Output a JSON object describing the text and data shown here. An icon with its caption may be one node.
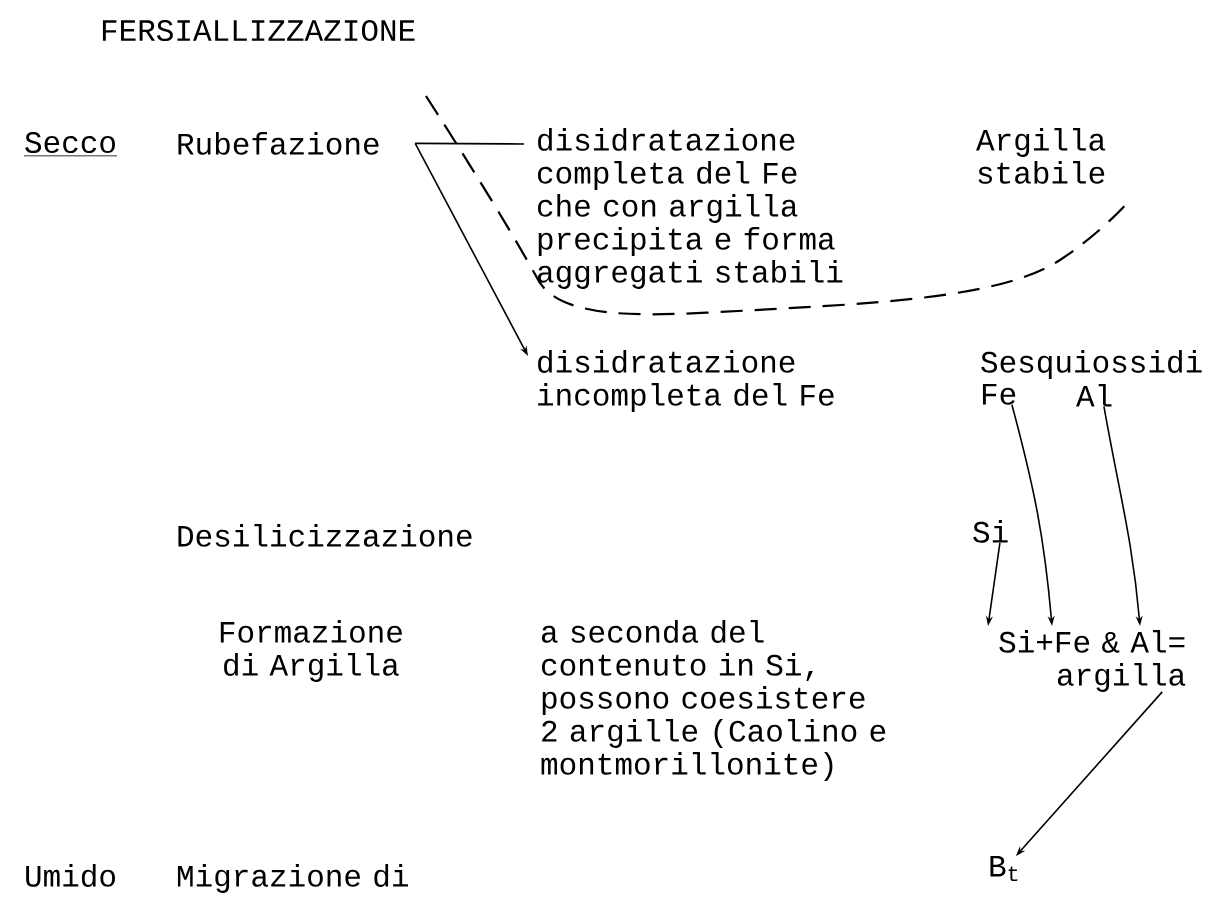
{
  "diagram": {
    "title": "FERSIALLIZZAZIONE",
    "nodes": [
      {
        "text": [
          "Rubefazione"
        ]
      },
      {
        "text": [
          "disidratazione completa del Fe che con argilla precipita e forma aggregati stabili"
        ]
      },
      {
        "text": [
          "disidratazione incompleta del Fe"
        ]
      },
      {
        "text": [
          "Fe"
        ]
      },
      {
        "text": [
          "Al"
        ]
      },
      {
        "text": [
          "Si"
        ]
      },
      {
        "text": [
          "Si+Fe & Al= argilla"
        ]
      },
      {
        "text": [
          "B$_{t}$"
        ]
      }
    ],
    "edges": [
      {
        "from": 0,
        "to": 1,
        "arrow": "none"
      },
      {
        "from": 0,
        "to": 2,
        "arrow": "to"
      },
      {
        "from": 3,
        "to": 6,
        "arrow": "to"
      },
      {
        "from": 4,
        "to": 6,
        "arrow": "to"
      },
      {
        "from": 5,
        "to": 6,
        "arrow": "to"
      },
      {
        "from": 6,
        "to": 7,
        "arrow": "to"
      }
    ],
    "labels": [
      "Secco",
      "Argilla stabile",
      "Sesquiossidi",
      "Desilicizzazione",
      "Formazione di Argilla",
      "a seconda del contenuto in Si, possono coesistere 2 argille (Caolino e montmorillonite)",
      "Umido",
      "Migrazione di"
    ]
  }
}
